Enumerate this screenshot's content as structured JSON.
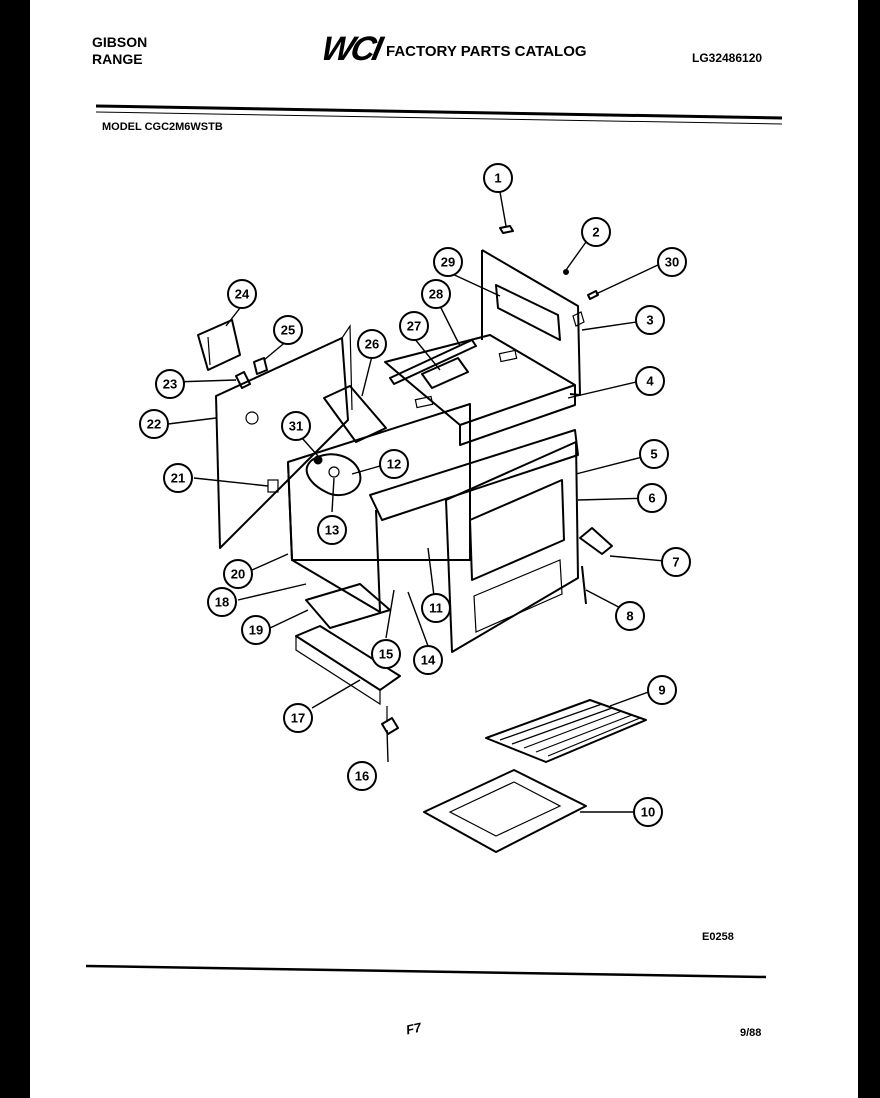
{
  "header": {
    "brand_line1": "GIBSON",
    "brand_line2": "RANGE",
    "logo_text": "WCI",
    "catalog_title": "FACTORY PARTS CATALOG",
    "catalog_number": "LG32486120",
    "model_label": "MODEL CGC2M6WSTB"
  },
  "footer": {
    "drawing_code": "E0258",
    "page_number": "F7",
    "date": "9/88"
  },
  "callouts": [
    "1",
    "2",
    "3",
    "4",
    "5",
    "6",
    "7",
    "8",
    "9",
    "10",
    "11",
    "12",
    "13",
    "14",
    "15",
    "16",
    "17",
    "18",
    "19",
    "20",
    "21",
    "22",
    "23",
    "24",
    "25",
    "26",
    "27",
    "28",
    "29",
    "30",
    "31"
  ]
}
